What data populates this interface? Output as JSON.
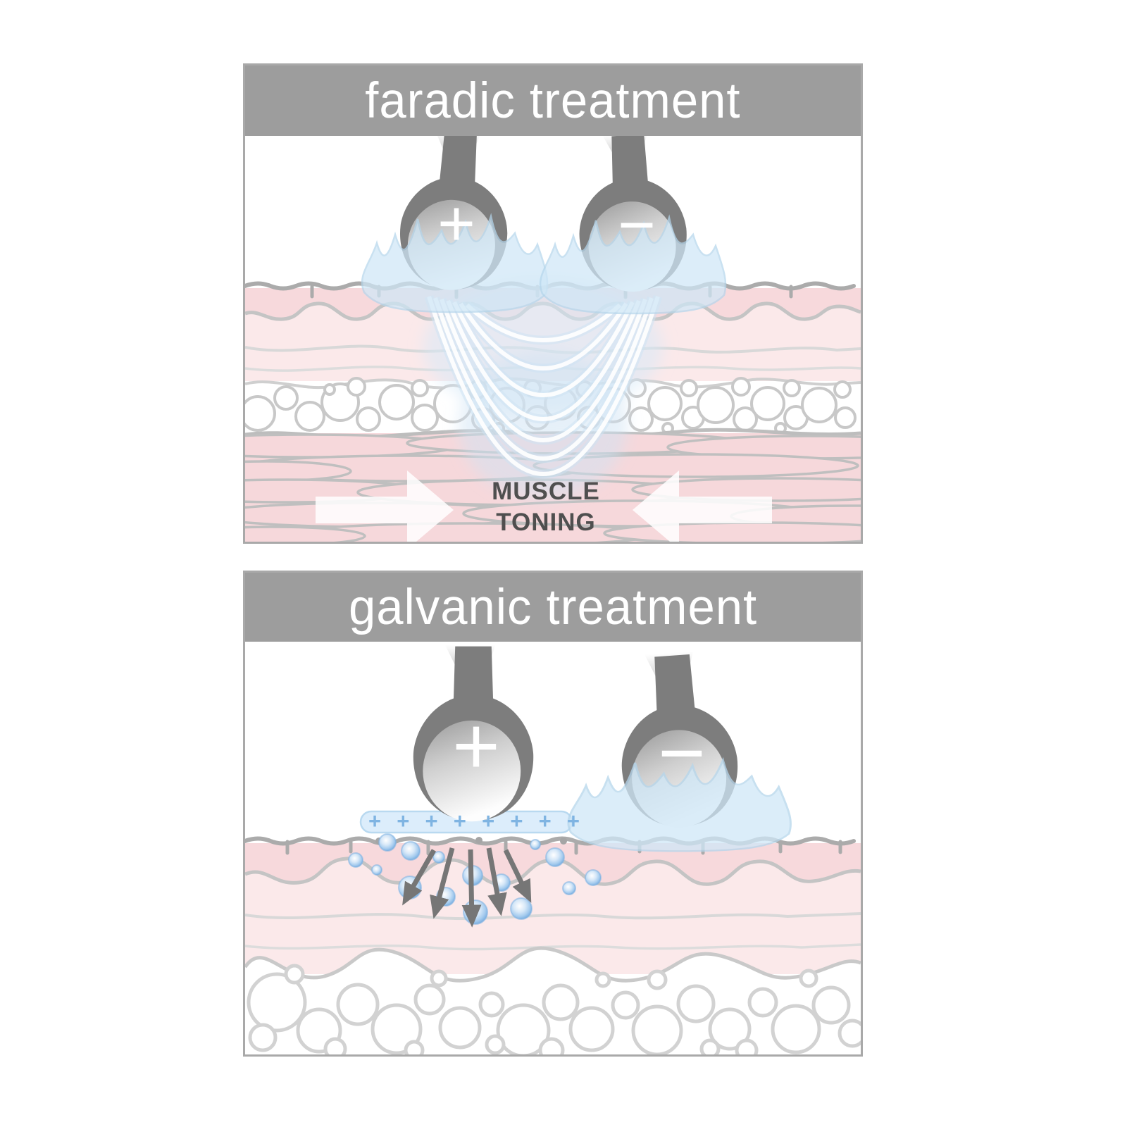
{
  "page": {
    "background_color": "#ffffff"
  },
  "panels": [
    {
      "id": "faradic",
      "title": "faradic treatment",
      "electrodes": [
        {
          "name": "positive-electrode",
          "symbol": "+"
        },
        {
          "name": "negative-electrode",
          "symbol": "−"
        }
      ],
      "annotation": {
        "line1": "MUSCLE",
        "line2": "TONING"
      }
    },
    {
      "id": "galvanic",
      "title": "galvanic treatment",
      "electrodes": [
        {
          "name": "positive-electrode",
          "symbol": "+"
        },
        {
          "name": "negative-electrode",
          "symbol": "−"
        }
      ],
      "gel_pad": {
        "charges": [
          "+",
          "+",
          "+",
          "+",
          "+",
          "+",
          "+",
          "+"
        ]
      }
    }
  ],
  "colors": {
    "header_bg": "#9d9d9d",
    "panel_border": "#a9a9a9",
    "title_text": "#ffffff",
    "electrode_body": "#7d7d7d",
    "electrode_symbol": "#ffffff",
    "gel_blue": "#cfe7f7",
    "gel_border": "#b5d6ec",
    "gel_charge_text": "#7fb4e2",
    "ion_blue": "#7fb2e2",
    "skin_epidermis": "#f7d9dc",
    "skin_dermis": "#fbe9ea",
    "muscle_pink": "#f6d8db",
    "outline_gray": "#c0c0c0",
    "iontophoresis_arrow": "#767676",
    "muscle_arrow": "#ffffff",
    "annotation_text": "#4f4f4f"
  }
}
